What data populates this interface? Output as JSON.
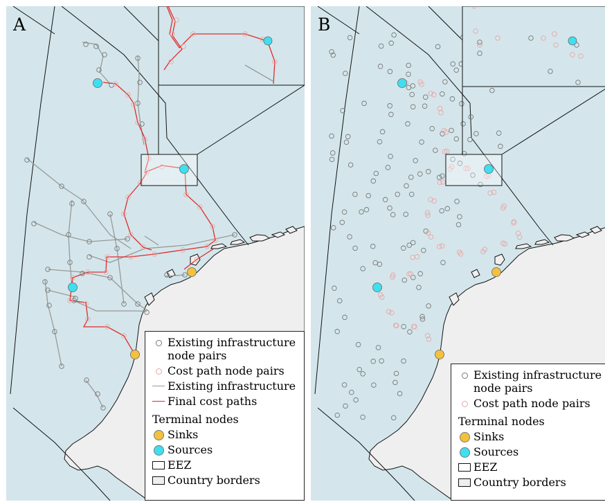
{
  "panels": [
    {
      "letter": "A",
      "legend": {
        "items": [
          {
            "label": "Existing infrastructure node pairs",
            "symbol": "ring",
            "color": "#777777"
          },
          {
            "label": "Cost path node pairs",
            "symbol": "ring",
            "color": "#e8a6a6"
          },
          {
            "label": "Existing infrastructure",
            "symbol": "line",
            "color": "#999999"
          },
          {
            "label": "Final cost paths",
            "symbol": "line",
            "color": "#e02a2a"
          }
        ],
        "terminal_title": "Terminal nodes",
        "terminal_items": [
          {
            "label": "Sinks",
            "symbol": "dot",
            "color": "#f4c13d"
          },
          {
            "label": "Sources",
            "symbol": "dot",
            "color": "#3fdff0"
          },
          {
            "label": "EEZ",
            "symbol": "box",
            "color": "#ffffff"
          },
          {
            "label": "Country borders",
            "symbol": "box",
            "color": "#ececec"
          }
        ]
      }
    },
    {
      "letter": "B",
      "legend": {
        "items": [
          {
            "label": "Existing infrastructure node pairs",
            "symbol": "ring",
            "color": "#777777"
          },
          {
            "label": "Cost path node pairs",
            "symbol": "ring",
            "color": "#e8a6a6"
          }
        ],
        "terminal_title": "Terminal nodes",
        "terminal_items": [
          {
            "label": "Sinks",
            "symbol": "dot",
            "color": "#f4c13d"
          },
          {
            "label": "Sources",
            "symbol": "dot",
            "color": "#3fdff0"
          },
          {
            "label": "EEZ",
            "symbol": "box",
            "color": "#ffffff"
          },
          {
            "label": "Country borders",
            "symbol": "box",
            "color": "#ececec"
          }
        ]
      }
    }
  ],
  "colors": {
    "sea": "#d4e6eb",
    "land": "#efefef",
    "eez_line": "#111111",
    "infrastructure": "#999999",
    "cost_path": "#e02a2a",
    "node_ring": "#777777",
    "cost_ring": "#e8a6a6",
    "sink": "#f4c13d",
    "source": "#3fdff0"
  }
}
